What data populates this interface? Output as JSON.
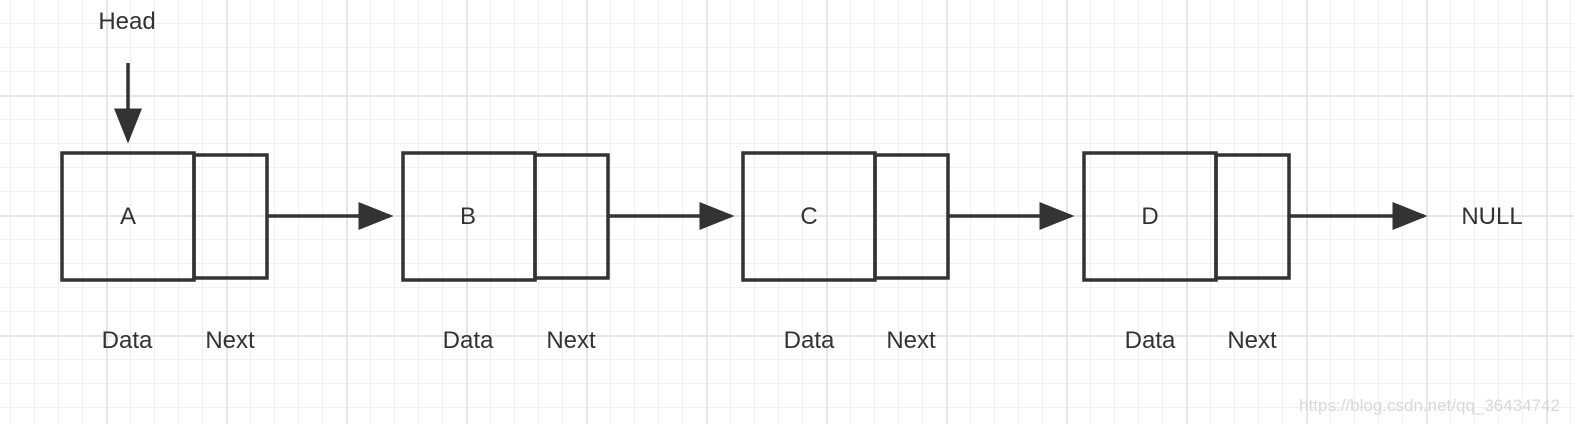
{
  "head_label": "Head",
  "null_label": "NULL",
  "nodes": [
    {
      "data": "A",
      "data_caption": "Data",
      "next_caption": "Next"
    },
    {
      "data": "B",
      "data_caption": "Data",
      "next_caption": "Next"
    },
    {
      "data": "C",
      "data_caption": "Data",
      "next_caption": "Next"
    },
    {
      "data": "D",
      "data_caption": "Data",
      "next_caption": "Next"
    }
  ],
  "watermark": "https://blog.csdn.net/qq_36434742",
  "colors": {
    "stroke": "#333333",
    "text": "#333333",
    "grid_major": "#e6e6e6",
    "grid_minor": "#f0f0f0",
    "watermark": "#d8d8d8"
  }
}
